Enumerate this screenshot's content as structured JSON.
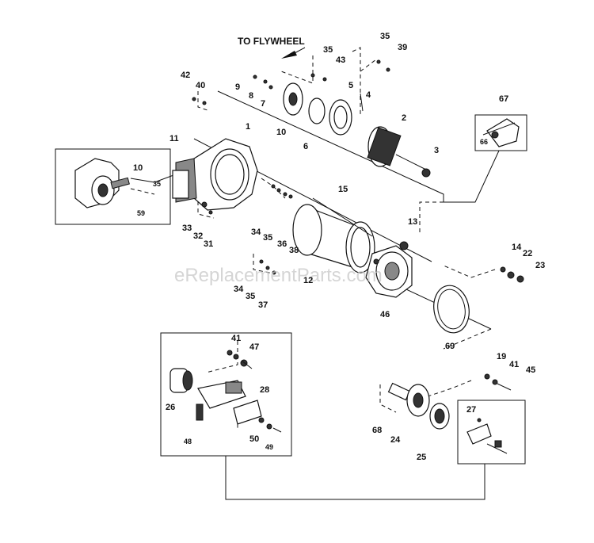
{
  "flywheel_label": "TO FLYWHEEL",
  "watermark": "eReplacementParts.com",
  "callouts": {
    "c1": "1",
    "c2": "2",
    "c3": "3",
    "c4": "4",
    "c5": "5",
    "c6": "6",
    "c7": "7",
    "c8": "8",
    "c9": "9",
    "c10": "10",
    "c10b": "10",
    "c11": "11",
    "c12": "12",
    "c13": "13",
    "c14": "14",
    "c15": "15",
    "c19": "19",
    "c22": "22",
    "c23": "23",
    "c24": "24",
    "c25": "25",
    "c26": "26",
    "c27": "27",
    "c28": "28",
    "c31": "31",
    "c32": "32",
    "c33": "33",
    "c34a": "34",
    "c34b": "34",
    "c35a": "35",
    "c35b": "35",
    "c35c": "35",
    "c35d": "35",
    "c35e": "35",
    "c36": "36",
    "c37": "37",
    "c38": "38",
    "c39": "39",
    "c40": "40",
    "c41a": "41",
    "c41b": "41",
    "c42": "42",
    "c43": "43",
    "c45": "45",
    "c46": "46",
    "c47": "47",
    "c48": "48",
    "c49": "49",
    "c50": "50",
    "c59": "59",
    "c66": "66",
    "c67": "67",
    "c68": "68",
    "c69": "69"
  }
}
